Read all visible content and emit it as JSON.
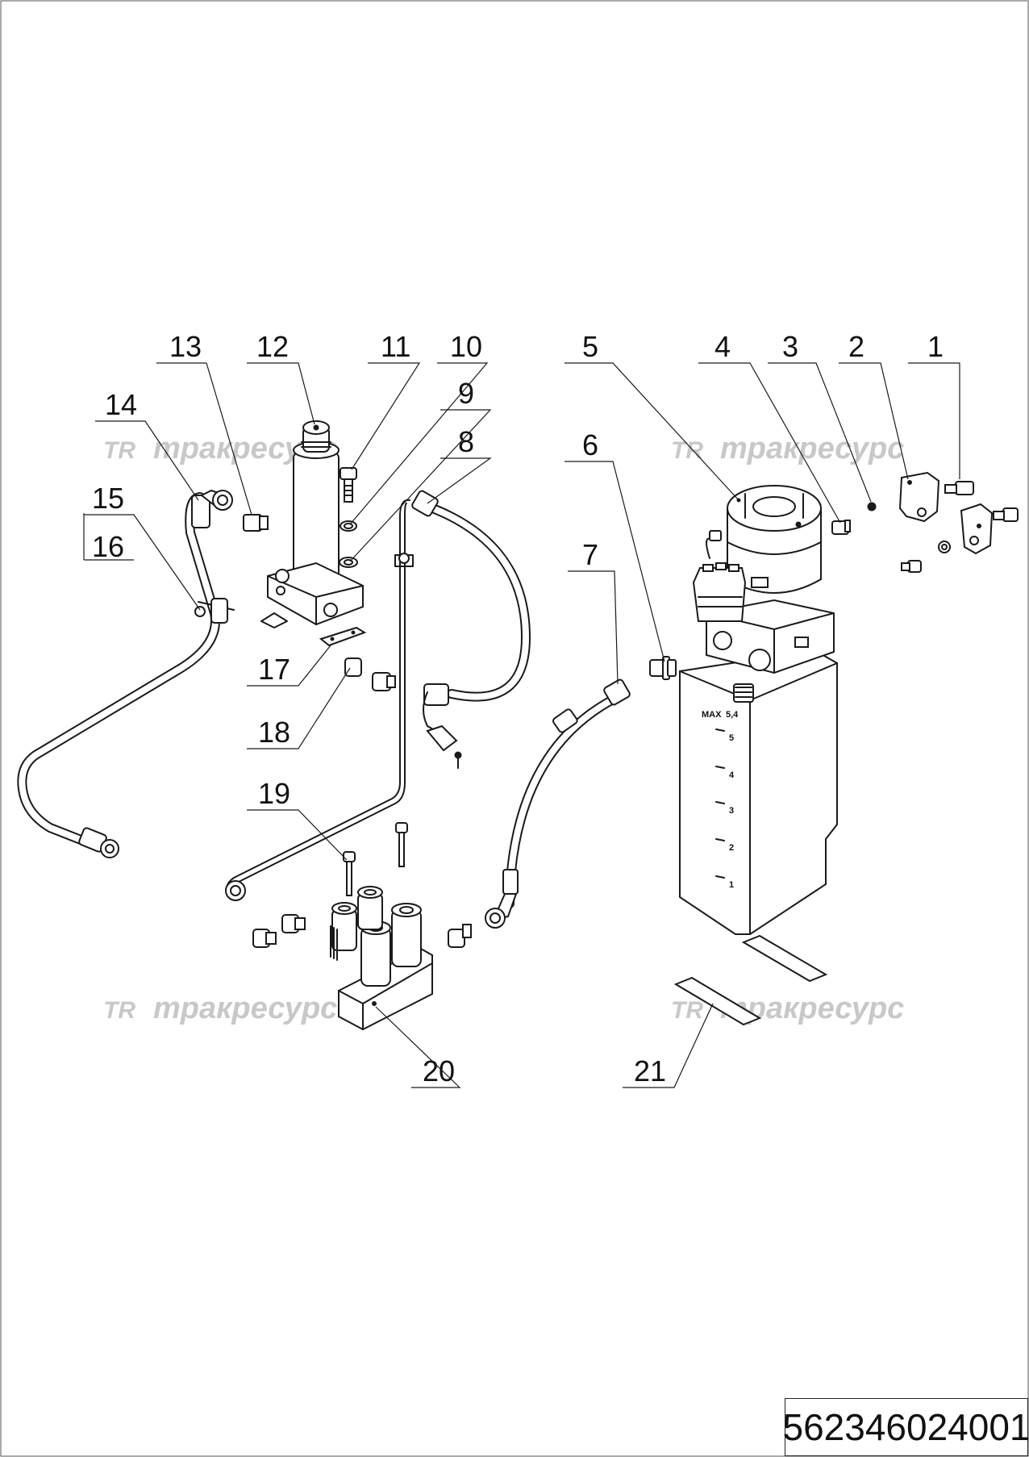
{
  "watermark": {
    "logo": "TR",
    "text": "тракресурс"
  },
  "callouts": [
    "1",
    "2",
    "3",
    "4",
    "5",
    "6",
    "7",
    "8",
    "9",
    "10",
    "11",
    "12",
    "13",
    "14",
    "15",
    "16",
    "17",
    "18",
    "19",
    "20",
    "21"
  ],
  "tank_scale": {
    "max_label": "MAX",
    "max_value": "5,4",
    "ticks": [
      "5",
      "4",
      "3",
      "2",
      "1"
    ]
  },
  "document_number": "562346024001"
}
